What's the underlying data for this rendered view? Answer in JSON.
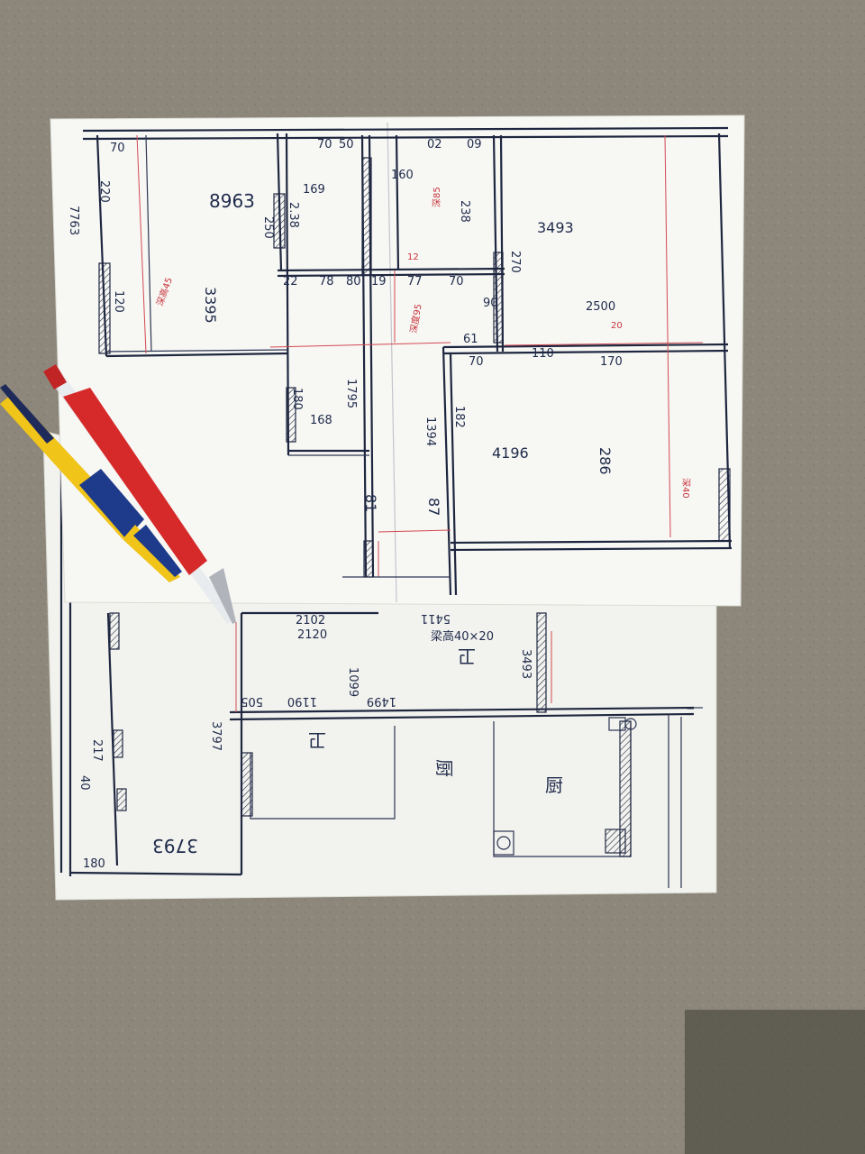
{
  "colors": {
    "concrete": "#8c877a",
    "paper": "#f4f4f0",
    "ink": "#1f2740",
    "red_ink": "#d24a52",
    "pen_red": "#d62a2a",
    "pen_yellow": "#f0c419",
    "pen_blue": "#1e3a8a"
  },
  "upper_sheet": {
    "dims": {
      "d1": "70",
      "d2": "220",
      "d3": "7763",
      "d4": "120",
      "d5": "3395",
      "d6": "8963",
      "d7": "169",
      "d8": "250",
      "d9": "2.38",
      "d10": "70",
      "d11": "50",
      "d12": "160",
      "d13": "02",
      "d14": "09",
      "d15": "238",
      "d16": "3493",
      "d17": "270",
      "d18": "22",
      "d19": "78",
      "d20": "80",
      "d21": "19",
      "d22": "77",
      "d23": "70",
      "d24": "90",
      "d25": "2500",
      "d26": "61",
      "d27": "70",
      "d28": "110",
      "d29": "170",
      "d30": "20",
      "d31": "180",
      "d32": "1795",
      "d33": "168",
      "d34": "1394",
      "d35": "182",
      "d36": "4196",
      "d37": "286",
      "d38": "87",
      "d39": "81"
    },
    "red_notes": {
      "r1": "深高45",
      "r2": "深85",
      "r3": "深度95",
      "r4": "12",
      "r5": "深40"
    }
  },
  "lower_sheet": {
    "dims": {
      "d1": "2102",
      "d2": "2120",
      "d3": "1099",
      "d4": "5411",
      "d5": "3493",
      "d6": "505",
      "d7": "1190",
      "d8": "1499",
      "d9": "3797",
      "d10": "3793",
      "d11": "180",
      "d12": "40",
      "d13": "217"
    },
    "room_labels": {
      "r1": "卫",
      "r2": "卫",
      "r3": "厨",
      "r4": "厨"
    },
    "notes": {
      "n1": "梁高40×20"
    }
  }
}
